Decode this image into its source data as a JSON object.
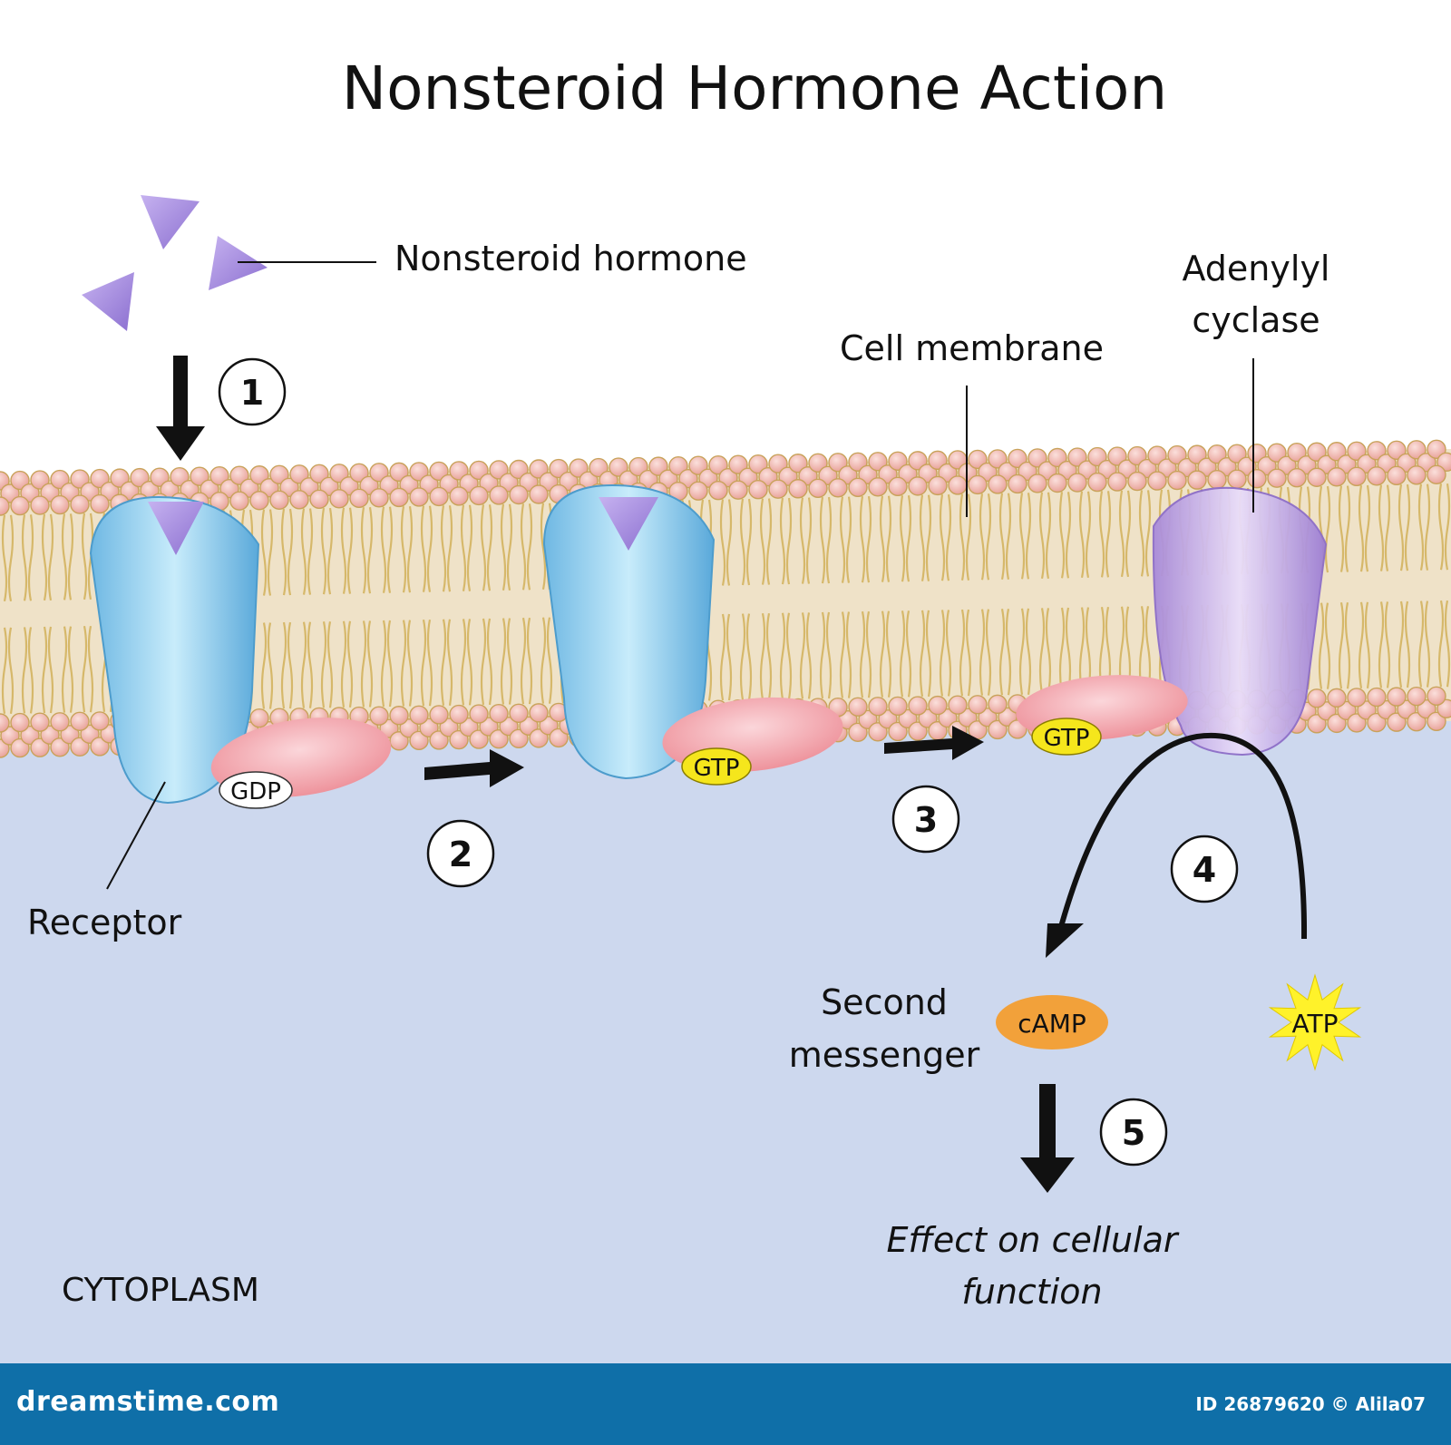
{
  "title": "Nonsteroid Hormone Action",
  "labels": {
    "hormone": "Nonsteroid hormone",
    "cell_membrane": "Cell membrane",
    "adenylyl_1": "Adenylyl",
    "adenylyl_2": "cyclase",
    "receptor": "Receptor",
    "second_1": "Second",
    "second_2": "messenger",
    "effect_1": "Effect on cellular",
    "effect_2": "function",
    "cytoplasm": "CYTOPLASM"
  },
  "molecules": {
    "gdp": "GDP",
    "gtp_a": "GTP",
    "gtp_b": "GTP",
    "camp": "cAMP",
    "atp": "ATP"
  },
  "steps": [
    "1",
    "2",
    "3",
    "4",
    "5"
  ],
  "footer": {
    "site": "dreamstime.com",
    "id": "ID 26879620 © Alila07"
  },
  "colors": {
    "cytoplasm": "#cdd8ee",
    "lipid_head": "#f2b3ad",
    "lipid_tail": "#d6b86a",
    "receptor": "#8ccbea",
    "g_protein": "#f0a0a8",
    "hormone": "#a98ee0",
    "adenylyl_cyclase": "#b8a0e0",
    "gtp": "#f5e61c",
    "camp": "#f2a13a",
    "atp": "#fff22a",
    "footer": "#0f6fa8"
  }
}
